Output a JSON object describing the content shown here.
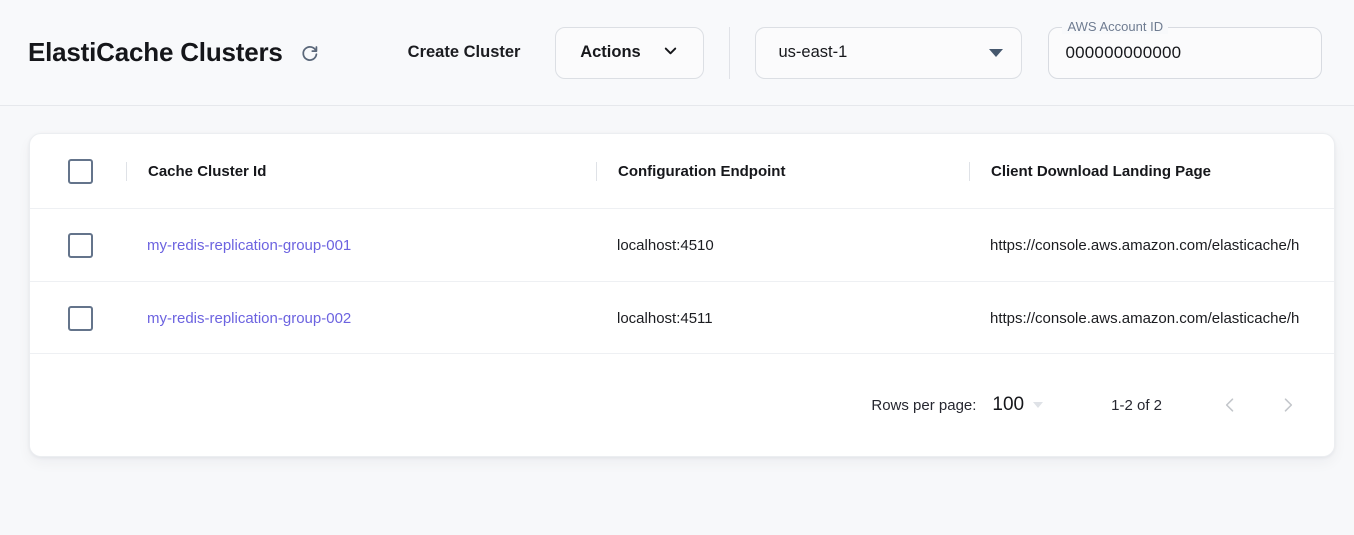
{
  "header": {
    "title": "ElastiCache Clusters",
    "refresh_icon": "refresh-icon",
    "create_cluster_label": "Create Cluster",
    "actions_label": "Actions",
    "actions_chevron_icon": "chevron-down-icon",
    "region": {
      "value": "us-east-1",
      "caret_icon": "caret-down-icon"
    },
    "account": {
      "legend": "AWS Account ID",
      "value": "000000000000"
    }
  },
  "table": {
    "columns": [
      "Cache Cluster Id",
      "Configuration Endpoint",
      "Client Download Landing Page"
    ],
    "rows": [
      {
        "cluster_id": "my-redis-replication-group-001",
        "endpoint": "localhost:4510",
        "landing_page": "https://console.aws.amazon.com/elasticache/h"
      },
      {
        "cluster_id": "my-redis-replication-group-002",
        "endpoint": "localhost:4511",
        "landing_page": "https://console.aws.amazon.com/elasticache/h"
      }
    ]
  },
  "pagination": {
    "rows_per_page_label": "Rows per page:",
    "rows_per_page_value": "100",
    "range_label": "1-2 of 2",
    "prev_icon": "chevron-left-icon",
    "next_icon": "chevron-right-icon"
  },
  "colors": {
    "link": "#6c63e0",
    "page_bg": "#f7f8fa",
    "checkbox_border": "#64748b"
  }
}
